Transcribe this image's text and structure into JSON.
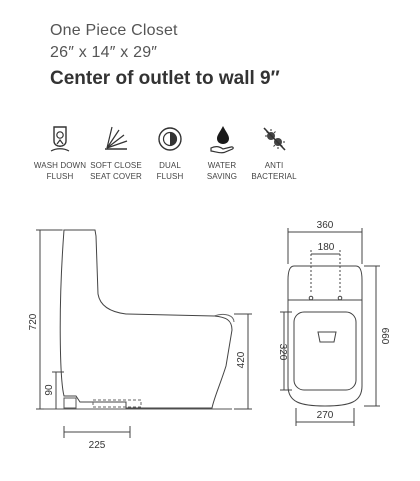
{
  "header": {
    "line1": "One Piece Closet",
    "line2": "26″ x 14″ x 29″",
    "line3": "Center of outlet to wall  9″"
  },
  "features": [
    {
      "icon": "toilet-flush-icon",
      "line1": "WASH DOWN",
      "line2": "FLUSH"
    },
    {
      "icon": "soft-close-icon",
      "line1": "SOFT CLOSE",
      "line2": "SEAT COVER"
    },
    {
      "icon": "dual-flush-icon",
      "line1": "DUAL",
      "line2": "FLUSH"
    },
    {
      "icon": "water-saving-icon",
      "line1": "WATER",
      "line2": "SAVING"
    },
    {
      "icon": "anti-bacterial-icon",
      "line1": "ANTI",
      "line2": "BACTERIAL"
    }
  ],
  "dimensions": {
    "side_height": "720",
    "outlet_height": "90",
    "bowl_height": "420",
    "outlet_distance": "225",
    "top_width": "360",
    "tank_hole_spacing": "180",
    "seat_depth": "320",
    "total_depth": "660",
    "bottom_width": "270"
  },
  "colors": {
    "text": "#444444",
    "line": "#333333",
    "drop": "#1a1a1a"
  }
}
